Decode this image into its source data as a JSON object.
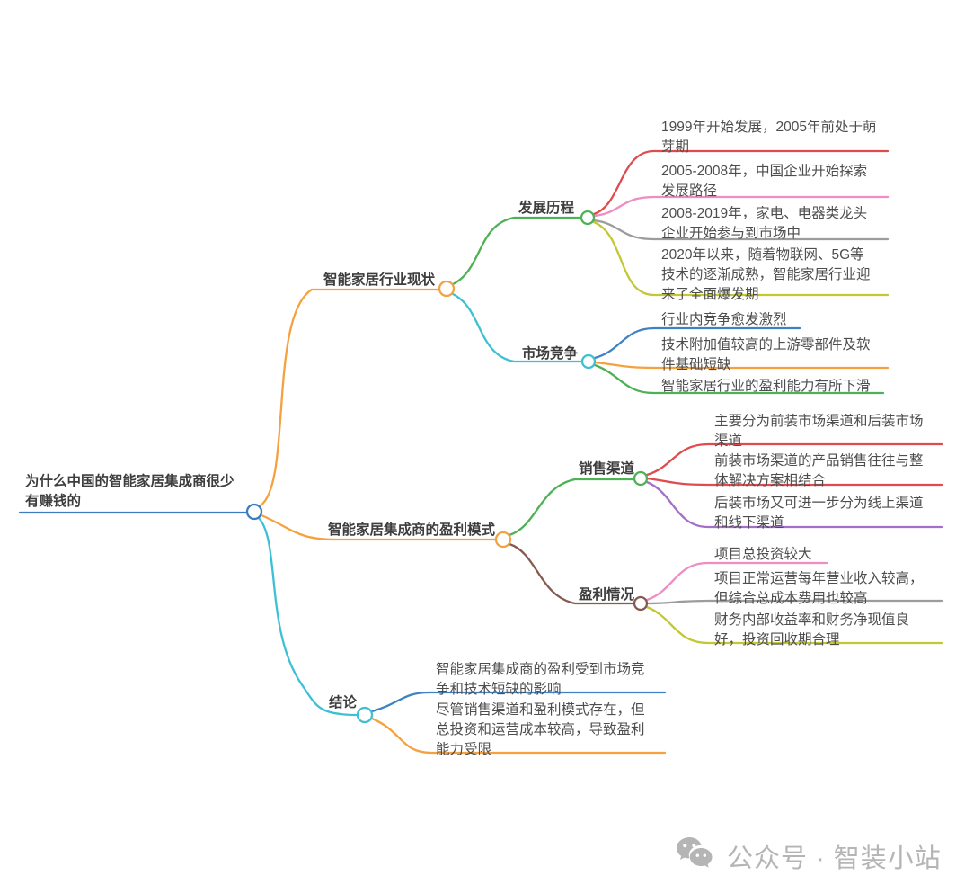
{
  "root": {
    "label": "为什么中国的智能家居集成商很少有赚钱的"
  },
  "branches": [
    {
      "label": "智能家居行业现状",
      "children": [
        {
          "label": "发展历程",
          "children": [
            {
              "text": "1999年开始发展，2005年前处于萌芽期"
            },
            {
              "text": "2005-2008年，中国企业开始探索发展路径"
            },
            {
              "text": "2008-2019年，家电、电器类龙头企业开始参与到市场中"
            },
            {
              "text": "2020年以来，随着物联网、5G等技术的逐渐成熟，智能家居行业迎来了全面爆发期"
            }
          ]
        },
        {
          "label": "市场竞争",
          "children": [
            {
              "text": "行业内竞争愈发激烈"
            },
            {
              "text": "技术附加值较高的上游零部件及软件基础短缺"
            },
            {
              "text": "智能家居行业的盈利能力有所下滑"
            }
          ]
        }
      ]
    },
    {
      "label": "智能家居集成商的盈利模式",
      "children": [
        {
          "label": "销售渠道",
          "children": [
            {
              "text": "主要分为前装市场渠道和后装市场渠道"
            },
            {
              "text": "前装市场渠道的产品销售往往与整体解决方案相结合"
            },
            {
              "text": "后装市场又可进一步分为线上渠道和线下渠道"
            }
          ]
        },
        {
          "label": "盈利情况",
          "children": [
            {
              "text": "项目总投资较大"
            },
            {
              "text": "项目正常运营每年营业收入较高，但综合总成本费用也较高"
            },
            {
              "text": "财务内部收益率和财务净现值良好，投资回收期合理"
            }
          ]
        }
      ]
    },
    {
      "label": "结论",
      "children": [
        {
          "text": "智能家居集成商的盈利受到市场竞争和技术短缺的影响"
        },
        {
          "text": "尽管销售渠道和盈利模式存在，但总投资和运营成本较高，导致盈利能力受限"
        }
      ]
    }
  ],
  "watermark": {
    "icon": "wechat-icon",
    "label": "公众号 · 智装小站"
  },
  "colors": {
    "root_line": "#3e7cbf",
    "orange": "#f6a13f",
    "cyan": "#3ec0d4",
    "green": "#4fb155",
    "red": "#e04b50",
    "pink": "#ee8cc3",
    "gray": "#9c9c9c",
    "olive": "#c3c832",
    "blue": "#3e82c3",
    "purple": "#a46fc9",
    "brown": "#855a50",
    "text_dark": "#3d3d3d",
    "text_body": "#4d4d4d",
    "watermark_gray": "#b5b5b5"
  }
}
